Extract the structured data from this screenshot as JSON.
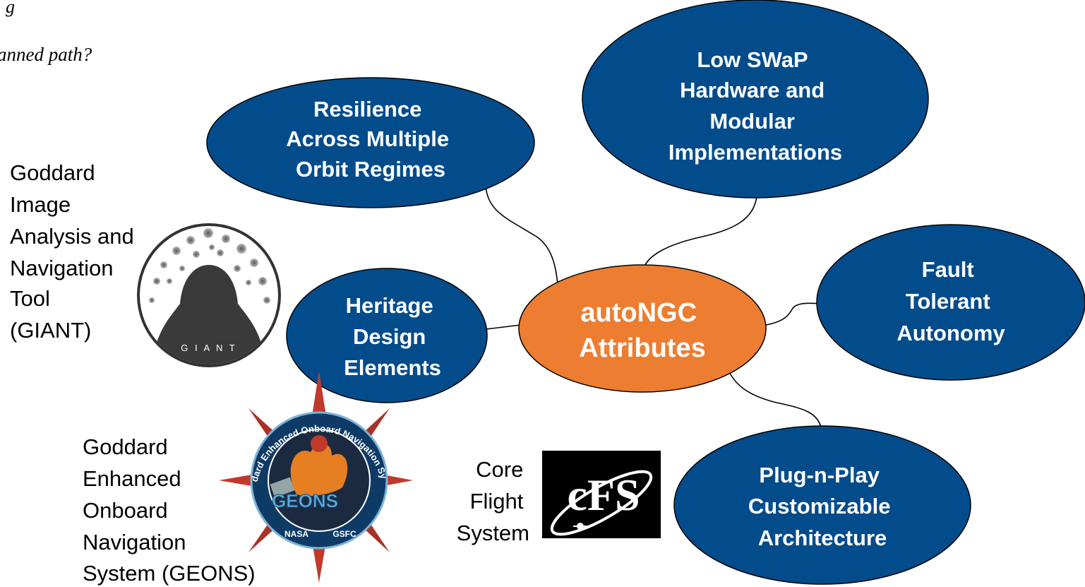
{
  "top_text": {
    "line1": "g",
    "line2": "anned path?"
  },
  "center_node": {
    "lines": [
      "autoNGC",
      "Attributes"
    ],
    "color": "#ED7D31"
  },
  "attribute_nodes": [
    {
      "id": "resilience",
      "lines": [
        "Resilience",
        "Across Multiple",
        "Orbit Regimes"
      ]
    },
    {
      "id": "low-swap",
      "lines": [
        "Low SWaP",
        "Hardware and",
        "Modular",
        "Implementations"
      ]
    },
    {
      "id": "fault-tolerant",
      "lines": [
        "Fault",
        "Tolerant",
        "Autonomy"
      ]
    },
    {
      "id": "heritage",
      "lines": [
        "Heritage",
        "Design",
        "Elements"
      ]
    },
    {
      "id": "plug-n-play",
      "lines": [
        "Plug-n-Play",
        "Customizable",
        "Architecture"
      ]
    }
  ],
  "node_color": "#034C8C",
  "tools": {
    "giant": {
      "lines": [
        "Goddard",
        "Image",
        "Analysis and",
        "Navigation",
        "Tool",
        "(GIANT)"
      ],
      "logo_text": "G I A N T"
    },
    "geons": {
      "lines": [
        "Goddard",
        "Enhanced",
        "Onboard",
        "Navigation",
        "System (GEONS)"
      ],
      "logo_text": "GEONS",
      "logo_arc_text": "Goddard Enhanced Onboard Navigation System",
      "logo_bottom_left": "NASA",
      "logo_bottom_right": "GSFC"
    },
    "cfs": {
      "lines": [
        "Core",
        "Flight",
        "System"
      ],
      "logo_text": "cFS"
    }
  }
}
